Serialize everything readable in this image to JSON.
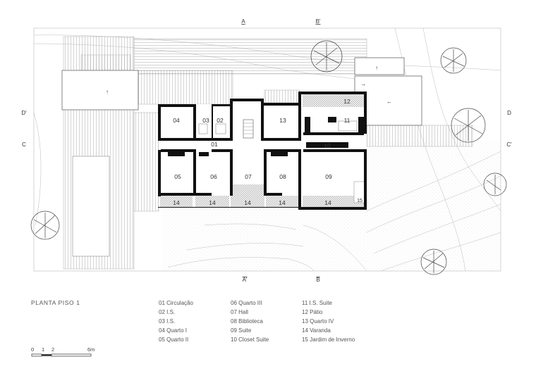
{
  "title": "PLANTA PISO 1",
  "sections": {
    "top_a": "A",
    "top_b": "B'",
    "bottom_a": "A'",
    "bottom_b": "B",
    "left_d": "D'",
    "left_c": "C",
    "right_d": "D",
    "right_c": "C'"
  },
  "rooms": [
    {
      "code": "01"
    },
    {
      "code": "02"
    },
    {
      "code": "03"
    },
    {
      "code": "04"
    },
    {
      "code": "05"
    },
    {
      "code": "06"
    },
    {
      "code": "07"
    },
    {
      "code": "08"
    },
    {
      "code": "09"
    },
    {
      "code": "10"
    },
    {
      "code": "11"
    },
    {
      "code": "12"
    },
    {
      "code": "13"
    },
    {
      "code": "14"
    },
    {
      "code": "15"
    }
  ],
  "legend": [
    [
      {
        "label": "01 Circulação"
      },
      {
        "label": "02 I.S."
      },
      {
        "label": "03 I.S."
      },
      {
        "label": "04 Quarto I"
      },
      {
        "label": "05 Quarto II"
      }
    ],
    [
      {
        "label": "06 Quarto III"
      },
      {
        "label": "07 Hall"
      },
      {
        "label": "08 Biblioteca"
      },
      {
        "label": "09 Suite"
      },
      {
        "label": "10 Closet Suite"
      }
    ],
    [
      {
        "label": "11 I.S. Suite"
      },
      {
        "label": "12 Pátio"
      },
      {
        "label": "13 Quarto IV"
      },
      {
        "label": "14 Varanda"
      },
      {
        "label": "15 Jardim de Inverno"
      }
    ]
  ],
  "scale": {
    "t0": "0",
    "t1": "1",
    "t2": "2",
    "t6": "6m"
  },
  "colors": {
    "wall": "#111111",
    "line": "#888888",
    "hatch": "#9a9a9a"
  }
}
